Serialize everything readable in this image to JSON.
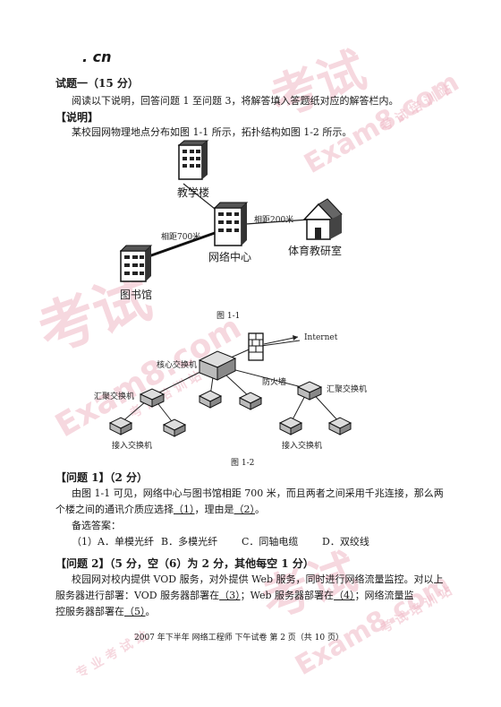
{
  "header": {
    "site_fragment": ". cn"
  },
  "watermarks": [
    {
      "text": "考试",
      "kind": "logo"
    },
    {
      "text": "Exam8.com",
      "kind": "logo"
    },
    {
      "text": "考 试 培 训 站",
      "kind": "logo"
    },
    {
      "text": "专 业 考 试 站",
      "kind": "logo"
    }
  ],
  "section": {
    "title": "试题一（15 分）",
    "intro": "阅读以下说明，回答问题 1 至问题 3，将解答填入答题纸对应的解答栏内。",
    "desc_label": "【说明】",
    "desc_text": "某校园网物理地点分布如图 1-1 所示，拓扑结构如图 1-2 所示。"
  },
  "figure1": {
    "caption": "图 1-1",
    "nodes": {
      "teaching": "教学楼",
      "center": "网络中心",
      "gym": "体育教研室",
      "library": "图书馆"
    },
    "edges": {
      "library_center": "相距700米",
      "center_gym": "相距200米"
    }
  },
  "figure2": {
    "caption": "图 1-2",
    "labels": {
      "internet": "Internet",
      "core": "核心交换机",
      "firewall": "防火墙",
      "agg_left": "汇聚交换机",
      "agg_right": "汇聚交换机",
      "access_left": "接入交换机",
      "access_right": "接入交换机"
    }
  },
  "q1": {
    "title": "【问题 1】（2 分）",
    "line1": "由图 1-1 可见，网络中心与图书馆相距 700 米，而且两者之间采用千兆连接，那么两",
    "line2_pre": "个楼之间的通讯介质应选择",
    "blank1": "（1）",
    "line2_mid": "，理由是",
    "blank2": "（2）",
    "line2_post": "。",
    "options_label": "备选答案：",
    "options": [
      "（1）A．单模光纤",
      "B．多模光纤",
      "C．同轴电缆",
      "D．双绞线"
    ]
  },
  "q2": {
    "title": "【问题 2】（5 分，空（6）为 2 分，其他每空 1 分）",
    "line1": "校园网对校内提供 VOD 服务，对外提供 Web 服务，同时进行网络流量监控。对以上",
    "line2_a": "服务器进行部署：VOD 服务器部署在",
    "blank3": "（3）",
    "line2_b": "；Web 服务器部署在",
    "blank4": "（4）",
    "line2_c": "；网络流量监",
    "line3_a": "控服务器部署在",
    "blank5": "（5）",
    "line3_b": "。"
  },
  "footer": "2007 年下半年  网络工程师  下午试卷  第 2 页（共 10 页）"
}
